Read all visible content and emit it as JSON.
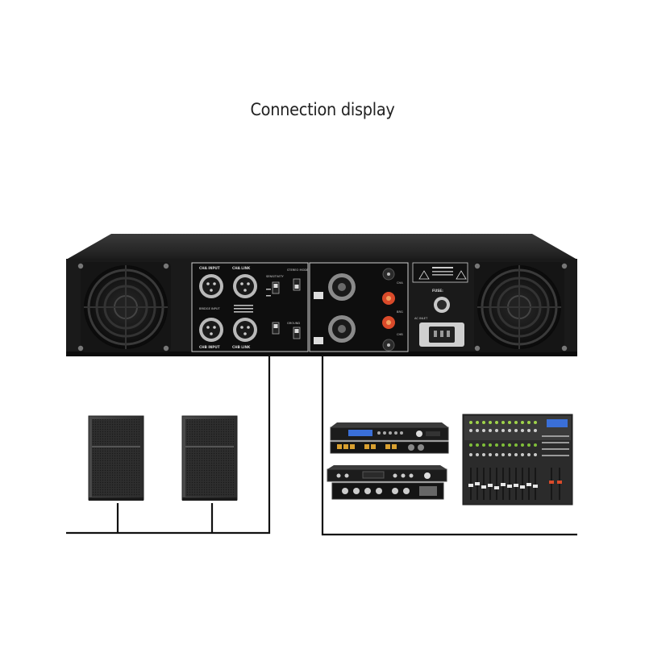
{
  "title": "Connection display",
  "amplifier": {
    "labels": {
      "cha_input": "CHA INPUT",
      "cha_link": "CHA LINK",
      "chb_input": "CHB INPUT",
      "chb_link": "CHB LINK",
      "bridge_input": "BRIDGE INPUT",
      "sensitivity": "SENSITIVITY",
      "stereo_mode": "STEREO MODE",
      "ground": "GROUND",
      "fuse": "FUSE:",
      "ac_inlet": "AC INLET",
      "cha": "CHA",
      "chb": "CHB",
      "bridge": "BRG"
    }
  },
  "colors": {
    "chassis": "#1a1a1a",
    "panel": "#0e0e0e",
    "binding_post": "#d94a2a",
    "speaker_cabinet": "#3a3a3a",
    "cable": "#111111"
  }
}
